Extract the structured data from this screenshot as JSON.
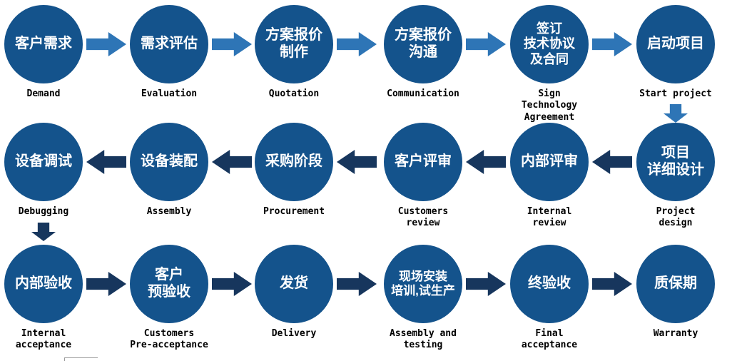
{
  "title": "Project workflow diagram",
  "colors": {
    "circle_fill": "#14538c",
    "circle_text": "#ffffff",
    "light_arrow": "#2e75b6",
    "dark_arrow": "#17365d",
    "label_text": "#000000",
    "background": "#ffffff"
  },
  "rows": [
    {
      "direction": "right",
      "arrow_color": "#2e75b6",
      "nodes": [
        {
          "zh": "客户需求",
          "en": "Demand"
        },
        {
          "zh": "需求评估",
          "en": "Evaluation"
        },
        {
          "zh": "方案报价\n制作",
          "en": "Quotation"
        },
        {
          "zh": "方案报价\n沟通",
          "en": "Communication"
        },
        {
          "zh": "签订\n技术协议\n及合同",
          "en": "Sign\nTechnology\nAgreement"
        },
        {
          "zh": "启动项目",
          "en": "Start project"
        }
      ]
    },
    {
      "direction": "left",
      "arrow_color": "#17365d",
      "nodes": [
        {
          "zh": "设备调试",
          "en": "Debugging"
        },
        {
          "zh": "设备装配",
          "en": "Assembly"
        },
        {
          "zh": "采购阶段",
          "en": "Procurement"
        },
        {
          "zh": "客户评审",
          "en": "Customers\nreview"
        },
        {
          "zh": "内部评审",
          "en": "Internal\nreview"
        },
        {
          "zh": "项目\n详细设计",
          "en": "Project\ndesign"
        }
      ]
    },
    {
      "direction": "right",
      "arrow_color": "#17365d",
      "nodes": [
        {
          "zh": "内部验收",
          "en": "Internal\nacceptance"
        },
        {
          "zh": "客户\n预验收",
          "en": "Customers\nPre-acceptance"
        },
        {
          "zh": "发货",
          "en": "Delivery"
        },
        {
          "zh": "现场安装\n培训,试生产",
          "en": "Assembly and\ntesting"
        },
        {
          "zh": "终验收",
          "en": "Final\nacceptance"
        },
        {
          "zh": "质保期",
          "en": "Warranty"
        }
      ]
    }
  ]
}
